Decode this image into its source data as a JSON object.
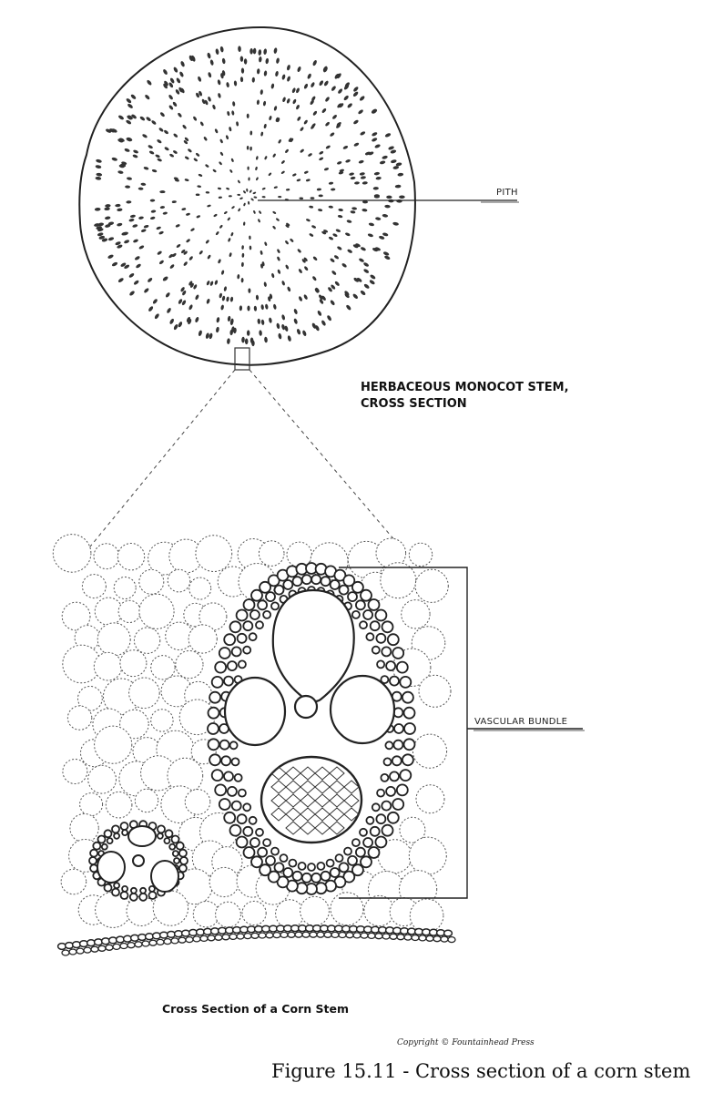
{
  "labels": {
    "pith": "PITH",
    "title_line1": "HERBACEOUS MONOCOT STEM,",
    "title_line2": "CROSS SECTION",
    "vascular_bundle": "VASCULAR BUNDLE",
    "subtitle": "Cross Section of a Corn Stem",
    "copyright": "Copyright © Fountainhead Press",
    "figure_caption": "Figure 15.11 - Cross section of a corn stem"
  },
  "colors": {
    "ink": "#222222",
    "paper": "#ffffff"
  }
}
